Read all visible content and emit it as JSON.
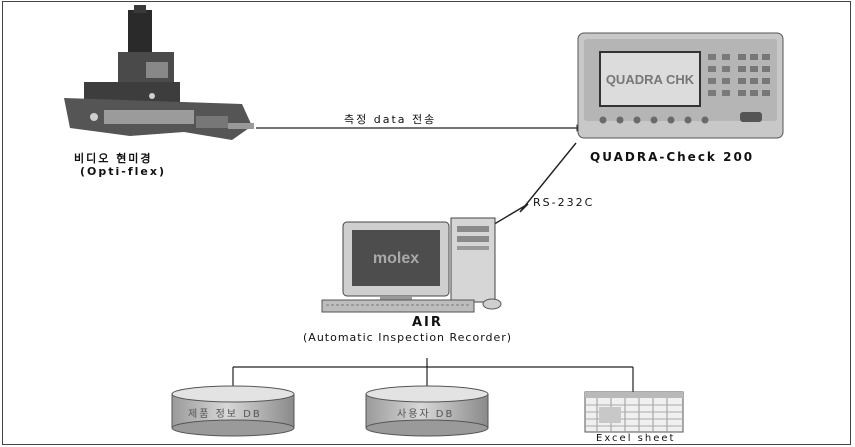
{
  "microscope": {
    "label_ko": "비디오 현미경",
    "label_en": "(Opti-flex)"
  },
  "transfer": {
    "label": "측정 data 전송"
  },
  "quadra": {
    "label": "QUADRA-Check 200",
    "screen_text": "QUADRA CHK"
  },
  "serial": {
    "label": "RS-232C"
  },
  "air": {
    "title": "AIR",
    "subtitle": "(Automatic Inspection Recorder)",
    "screen_text": "molex"
  },
  "databases": {
    "product_db": "제품 정보 DB",
    "user_db": "사용자 DB",
    "excel": "Excel sheet"
  }
}
